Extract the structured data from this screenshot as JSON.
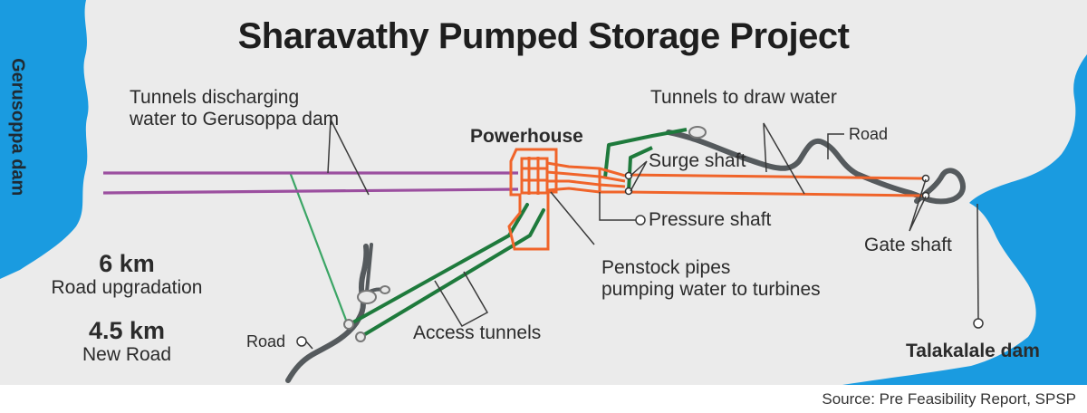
{
  "title": "Sharavathy Pumped Storage Project",
  "dams": {
    "left": "Gerusoppa dam",
    "right": "Talakalale dam"
  },
  "labels": {
    "discharge_tunnels": "Tunnels discharging\nwater to Gerusoppa dam",
    "draw_tunnels": "Tunnels to draw water",
    "powerhouse": "Powerhouse",
    "surge_shaft": "Surge shaft",
    "pressure_shaft": "Pressure shaft",
    "road_right": "Road",
    "road_left": "Road",
    "gate_shaft": "Gate shaft",
    "penstock": "Penstock pipes\npumping water to turbines",
    "access_tunnels": "Access tunnels"
  },
  "stats": [
    {
      "value": "6 km",
      "label": "Road upgradation"
    },
    {
      "value": "4.5 km",
      "label": "New Road"
    }
  ],
  "source": "Source: Pre Feasibility Report, SPSP",
  "colors": {
    "water": "#1a9be0",
    "land": "#ebebeb",
    "discharge_tunnel": "#9b4f9f",
    "draw_tunnel": "#f0642a",
    "access_tunnel": "#1e7a3c",
    "road": "#555a5d",
    "leader_line": "#3a3a3a"
  }
}
